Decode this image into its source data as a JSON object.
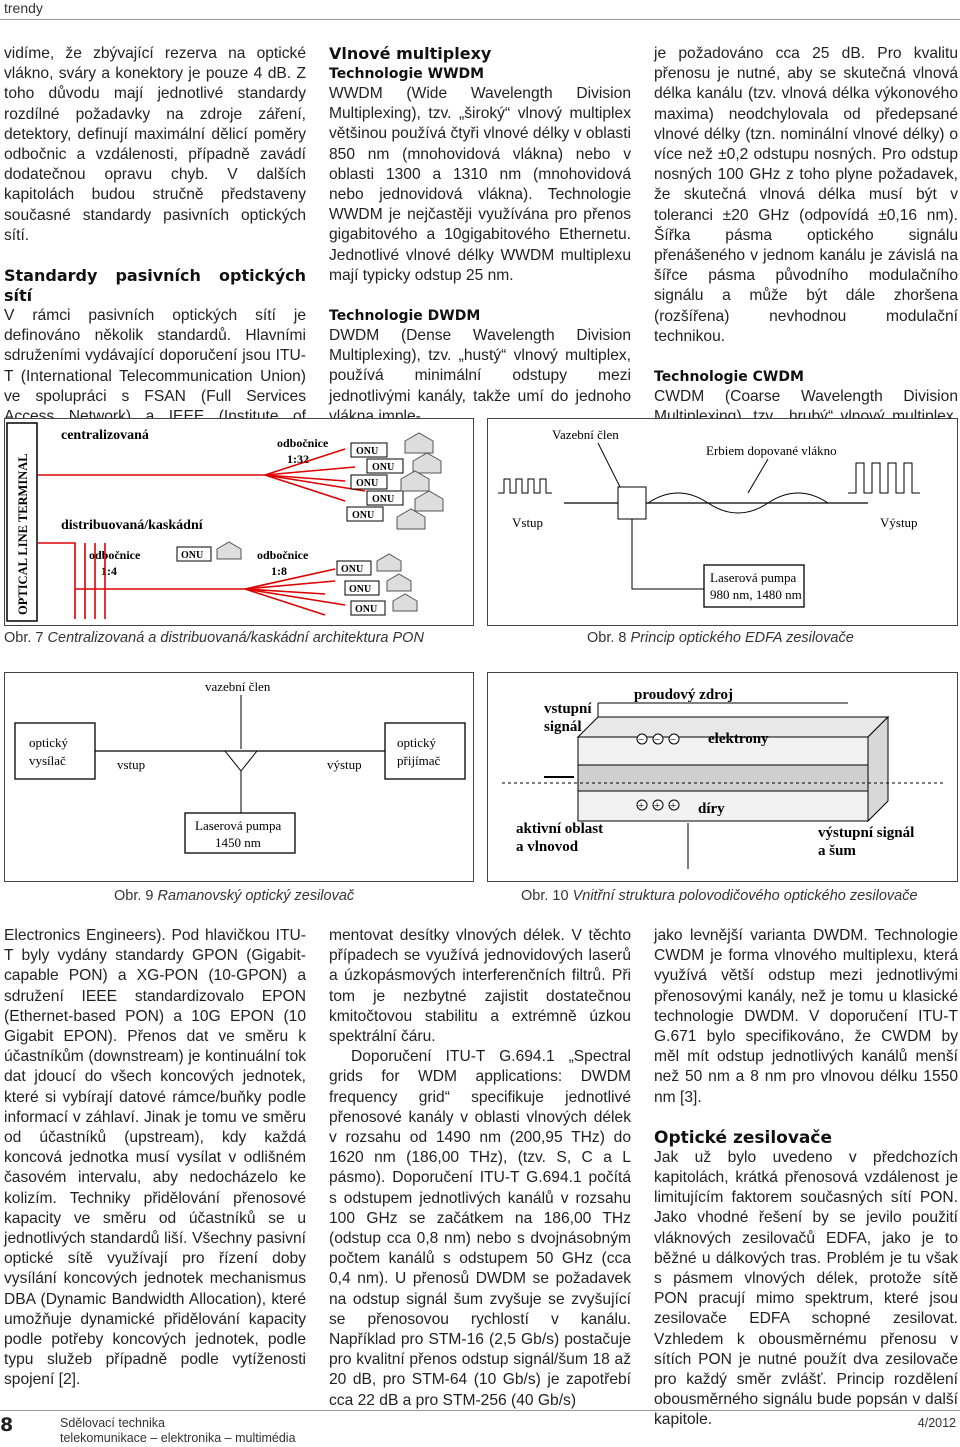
{
  "header": {
    "section": "trendy"
  },
  "columns_top": {
    "left": {
      "p1": "vidíme, že zbývající rezerva na optické vlákno, sváry a konektory je pouze 4 dB. Z toho důvodu mají jednotlivé standardy rozdílné požadavky na zdroje záření, detektory, definují maximální dělicí poměry odbočnic a vzdálenosti, případně zavádí dodatečnou opravu chyb. V dalších kapitolách budou stručně představeny současné standardy pasivních optických sítí.",
      "h_standards": "Standardy pasivních optických sítí",
      "p2": "V rámci pasivních optických sítí je definováno několik standardů. Hlavními sdruženími vydávající doporučení jsou ITU-T (International Telecommunication Union) ve spolupráci s FSAN (Full Services Access Network) a IEEE (Institute of Electrical and"
    },
    "middle": {
      "h_multiplex": "Vlnové multiplexy",
      "h_wwdm": "Technologie WWDM",
      "p_wwdm": "WWDM (Wide Wavelength Division Multiplexing), tzv. „široký“ vlnový multiplex většinou používá čtyři vlnové délky v oblasti 850 nm (mnohovidová vlákna) nebo v oblasti 1300 a 1310 nm (mnohovidová nebo jednovidová vlákna). Technologie WWDM je nejčastěji využívána pro přenos gigabitového a 10gigabitového Ethernetu. Jednotlivé vlnové délky WWDM multiplexu mají typicky odstup 25 nm.",
      "h_dwdm": "Technologie DWDM",
      "p_dwdm": "DWDM (Dense Wavelength Division Multiplexing), tzv. „hustý“ vlnový multiplex, používá minimální odstupy mezi jednotlivými kanály, takže umí do jednoho vlákna imple-"
    },
    "right": {
      "p1": "je požadováno cca 25 dB. Pro kvalitu přenosu je nutné, aby se skutečná vlnová délka kanálu (tzv. vlnová délka výkonového maxima) neodchylovala od předepsané vlnové délky (tzn. nominální vlnové délky) o více než ±0,2 odstupu nosných. Pro odstup nosných 100 GHz z toho plyne požadavek, že skutečná vlnová délka musí být v toleranci ±20 GHz (odpovídá ±0,16 nm). Šířka pásma optického signálu přenášeného v jednom kanálu je závislá na šířce pásma původního modulačního signálu a může být dále zhoršena (rozšířena) nevhodnou modulační technikou.",
      "h_cwdm": "Technologie CWDM",
      "p_cwdm": "CWDM (Coarse Wavelength Division Multiplexing), tzv. „hrubý“ vlnový multiplex, vznikla"
    }
  },
  "figures": {
    "fig7": {
      "caption_num": "Obr. 7",
      "caption_text": "Centralizovaná a distribuovaná/kaskádní architektura PON",
      "olt": "OPTICAL LINE TERMINAL",
      "centralizovana": "centralizovaná",
      "distribuovana": "distribuovaná/kaskádní",
      "odbocnice_1": "odbočnice",
      "ratio_1_32": "1:32",
      "odbocnice_2": "odbočnice",
      "ratio_1_4": "1:4",
      "odbocnice_3": "odbočnice",
      "ratio_1_8": "1:8",
      "onu": "ONU"
    },
    "fig8": {
      "caption_num": "Obr. 8",
      "caption_text": "Princip optického EDFA zesilovače",
      "vazebni": "Vazební člen",
      "erbium": "Erbiem dopované vlákno",
      "vstup": "Vstup",
      "vystup": "Výstup",
      "pumpa": "Laserová pumpa",
      "pumpa_wl": "980 nm, 1480 nm"
    },
    "fig9": {
      "caption_num": "Obr. 9",
      "caption_text": "Ramanovský optický zesilovač",
      "vazebni": "vazební člen",
      "vysilac_1": "optický",
      "vysilac_2": "vysílač",
      "vstup": "vstup",
      "vystup": "výstup",
      "prijimac_1": "optický",
      "prijimac_2": "přijímač",
      "pumpa": "Laserová pumpa",
      "pumpa_wl": "1450 nm"
    },
    "fig10": {
      "caption_num": "Obr. 10",
      "caption_text": "Vnitřní struktura polovodičového optického zesilovače",
      "proudovy": "proudový zdroj",
      "elektrony": "elektrony",
      "vstupni_1": "vstupní",
      "vstupni_2": "signál",
      "diry": "díry",
      "aktivni_1": "aktivní oblast",
      "aktivni_2": "a vlnovod",
      "vystupni_1": "výstupní signál",
      "vystupni_2": "a šum",
      "minus": "−",
      "plus": "+"
    }
  },
  "columns_bottom": {
    "left": "Electronics Engineers). Pod hlavičkou ITU-T byly vydány standardy GPON (Gigabit-capable PON) a XG-PON (10-GPON) a sdružení IEEE standardizovalo EPON (Ethernet-based PON) a 10G EPON (10 Gigabit EPON). Přenos dat ve směru k účastníkům (downstream) je kontinuální tok dat jdoucí do všech koncových jednotek, které si vybírají datové rámce/buňky podle informací v záhlaví. Jinak je tomu ve směru od účastníků (upstream), kdy každá koncová jednotka musí vysílat v odlišném časovém intervalu, aby nedocházelo ke kolizím. Techniky přidělování přenosové kapacity ve směru od účastníků se u jednotlivých standardů liší. Všechny pasivní optické sítě využívají pro řízení doby vysílání koncových jednotek mechanismus DBA (Dynamic Bandwidth Allocation), které umožňuje dynamické přidělování kapacity podle potřeby koncových jednotek, podle typu služeb případně podle vytíženosti spojení [2].",
    "middle_p1": "mentovat desítky vlnových délek. V těchto případech se využívá jednovidových laserů a úzkopásmových interferenčních filtrů. Při tom je nezbytné zajistit dostatečnou kmitočtovou stabilitu a extrémně úzkou spektrální čáru.",
    "middle_p2": "Doporučení ITU-T G.694.1 „Spectral grids for WDM applications: DWDM frequency grid“ specifikuje jednotlivé přenosové kanály v oblasti vlnových délek v rozsahu od 1490 nm (200,95 THz) do 1620 nm (186,00 THz), (tzv. S, C a L pásmo). Doporučení ITU-T G.694.1 počítá s odstupem jednotlivých kanálů v rozsahu 100 GHz se začátkem na 186,00 THz (odstup cca 0,8 nm) nebo s dvojnásobným počtem kanálů s odstupem 50 GHz (cca 0,4 nm). U přenosů DWDM se požadavek na odstup signál šum zvyšuje se zvyšující se přenosovou rychlostí v kanálu. Například pro STM-16 (2,5 Gb/s) postačuje pro kvalitní přenos odstup signál/šum 18 až 20 dB, pro STM-64 (10 Gb/s) je zapotřebí cca 22 dB a pro STM-256 (40 Gb/s)",
    "right_p1": "jako levnější varianta DWDM. Technologie CWDM je forma vlnového multiplexu, která využívá větší odstup mezi jednotlivými přenosovými kanály, než je tomu u klasické technologie DWDM. V doporučení ITU-T G.671 bylo specifikováno, že CWDM by měl mít odstup jednotlivých kanálů menší než 50 nm a 8 nm pro vlnovou délku 1550 nm [3].",
    "right_h": "Optické zesilovače",
    "right_p2": "Jak už bylo uvedeno v předchozích kapitolách, krátká přenosová vzdálenost je limitujícím faktorem současných sítí PON. Jako vhodné řešení by se jevilo použití vláknových zesilovačů EDFA, jako je to běžné u dálkových tras. Problém je tu však s pásmem vlnových délek, protože sítě PON pracují mimo spektrum, které jsou zesilovače EDFA schopné zesilovat. Vzhledem k obousměrnému přenosu v sítích PON je nutné použít dva zesilovače pro každý směr zvlášť. Princip rozdělení obousměrného signálu bude popsán v další kapitole."
  },
  "footer": {
    "page": "8",
    "magazine_1": "Sdělovací technika",
    "magazine_2": "telekomunikace – elektronika – multimédia",
    "issue": "4/2012"
  }
}
